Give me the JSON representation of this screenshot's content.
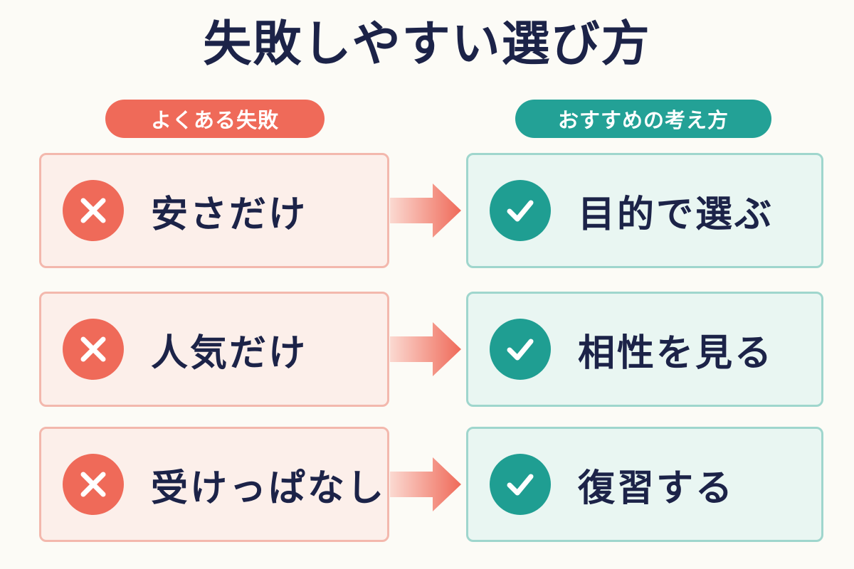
{
  "title": "失敗しやすい選び方",
  "headers": {
    "bad": "よくある失敗",
    "good": "おすすめの考え方"
  },
  "rows": [
    {
      "bad": "安さだけ",
      "good": "目的で選ぶ"
    },
    {
      "bad": "人気だけ",
      "good": "相性を見る"
    },
    {
      "bad": "受けっぱなし",
      "good": "復習する"
    }
  ],
  "icons": {
    "bad": "cross-icon",
    "good": "check-icon",
    "connector": "arrow-right-icon"
  },
  "colors": {
    "bad_accent": "#ef6a59",
    "good_accent": "#23a196",
    "text": "#1c2348"
  }
}
